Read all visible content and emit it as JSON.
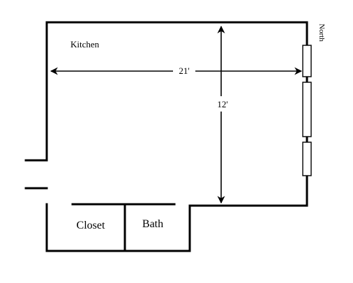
{
  "labels": {
    "kitchen": "Kitchen",
    "north": "North",
    "width": "21'",
    "depth": "12'",
    "closet": "Closet",
    "bath": "Bath"
  },
  "colors": {
    "line": "#000000",
    "background": "#ffffff"
  }
}
